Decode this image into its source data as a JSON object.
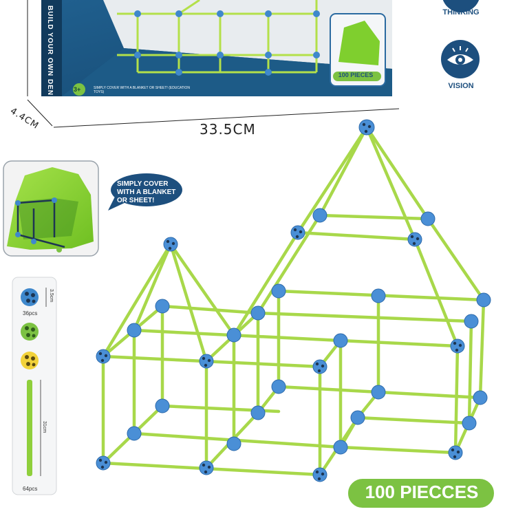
{
  "package": {
    "title": "BUILD YOUR OWN DEN",
    "age": "3+",
    "subtitle": "SIMPLY COVER WITH A BLANKET OR SHEET! (EDUCATION TOYS)",
    "pieces_label": "100 PIECES",
    "width": "33.5CM",
    "depth": "4.4CM"
  },
  "badges": {
    "thinking": "THINKING",
    "vision": "VISION"
  },
  "callout": {
    "bubble": "SIMPLY COVER WITH A BLANKET OR SHEET!"
  },
  "parts": {
    "connector_size": "3.5cm",
    "connector_count": "36pcs",
    "rod_length": "31cm",
    "rod_count": "64pcs"
  },
  "footer": {
    "pieces": "100 PIECCES"
  },
  "colors": {
    "rod_green": "#a8d84a",
    "connector_blue": "#4a8fd6",
    "box_navy": "#1a4f7a",
    "badge_green": "#7cc242",
    "tent_green": "#8cd63a"
  }
}
